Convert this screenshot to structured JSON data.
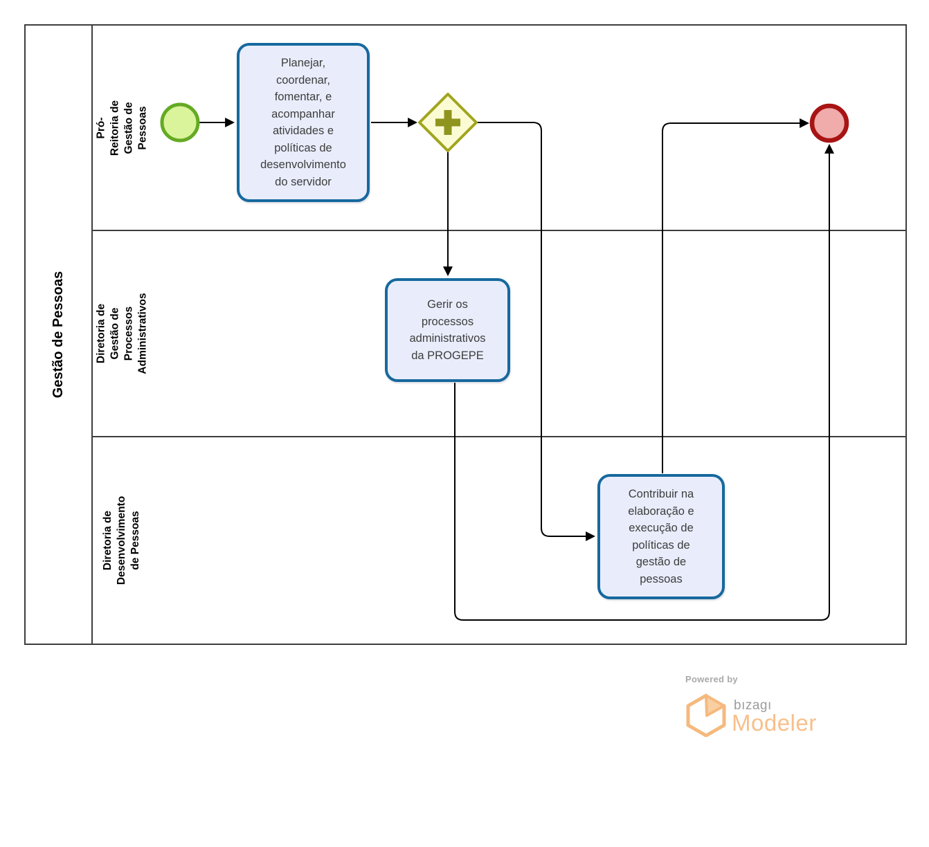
{
  "diagram": {
    "pool": {
      "title": "Gestão de Pessoas",
      "lanes": [
        {
          "label": [
            "Pró-Reitoria de Gestão de",
            "Pessoas"
          ]
        },
        {
          "label": [
            "Diretoria de Gestão de",
            "Processos Administrativos"
          ]
        },
        {
          "label": [
            "Diretoria de Desenvolvimento",
            "de Pessoas"
          ]
        }
      ]
    },
    "tasks": [
      {
        "label": [
          "Planejar,",
          "coordenar,",
          "fomentar, e",
          "acompanhar",
          "atividades e",
          "políticas de",
          "desenvolvimento",
          "do servidor"
        ]
      },
      {
        "label": [
          "Gerir os",
          "processos",
          "administrativos",
          "da PROGEPE"
        ]
      },
      {
        "label": [
          "Contribuir na",
          "elaboração e",
          "execução de",
          "políticas de",
          "gestão de",
          "pessoas"
        ]
      }
    ]
  },
  "branding": {
    "powered_by": "Powered by",
    "brand": "bızagı",
    "product": "Modeler"
  },
  "colors": {
    "task_fill": "#E9EDFB",
    "task_stroke": "#16699E",
    "start_fill": "#D9F49A",
    "start_stroke": "#64AA23",
    "end_fill": "#F0ABAB",
    "end_stroke": "#A81414",
    "gateway_fill": "#FCFCD4",
    "gateway_stroke": "#A1A51F",
    "gateway_plus": "#8F941F",
    "flow_stroke": "#000000",
    "lane_border": "#3D3D3D",
    "logo_orange": "#F5B97E",
    "logo_orange_light": "#F9CFA2",
    "logo_grey": "#9C9C9C"
  }
}
